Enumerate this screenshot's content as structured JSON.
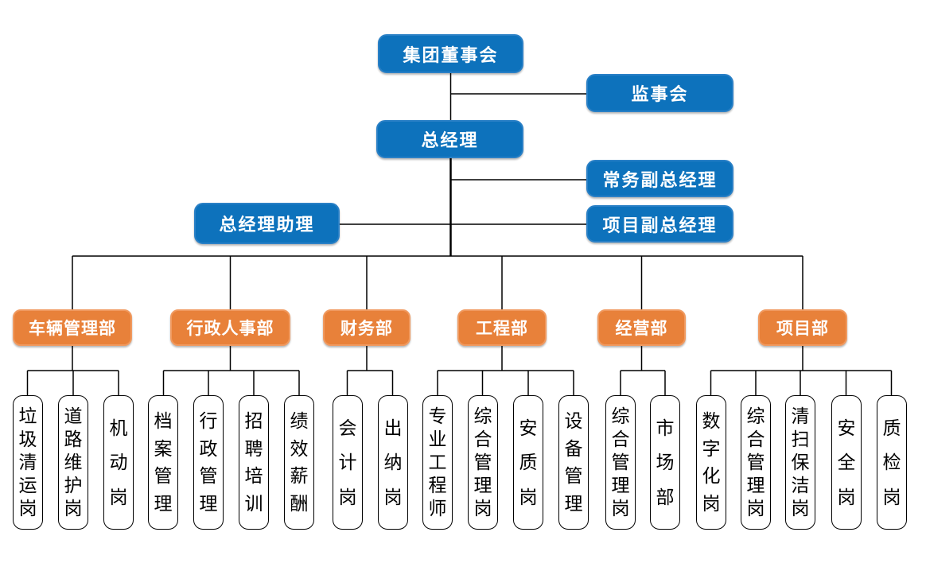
{
  "palette": {
    "executive_fill": "#0d72bc",
    "executive_border": "#2a80c6",
    "department_fill": "#e8813a",
    "department_border": "#f09a60",
    "position_fill": "#ffffff",
    "position_border": "#000000",
    "connector_line": "#000000",
    "text_on_color": "#ffffff",
    "text_on_white": "#000000"
  },
  "executives": {
    "board": {
      "label": "集团董事会"
    },
    "supervisory": {
      "label": "监事会"
    },
    "general_manager": {
      "label": "总经理"
    },
    "executive_deputy_gm": {
      "label": "常务副总经理"
    },
    "gm_assistant": {
      "label": "总经理助理"
    },
    "project_deputy_gm": {
      "label": "项目副总经理"
    }
  },
  "departments": [
    {
      "label": "车辆管理部",
      "positions": [
        "垃圾清运岗",
        "道路维护岗",
        "机动岗"
      ]
    },
    {
      "label": "行政人事部",
      "positions": [
        "档案管理",
        "行政管理",
        "招聘培训",
        "绩效薪酬"
      ]
    },
    {
      "label": "财务部",
      "positions": [
        "会计岗",
        "出纳岗"
      ]
    },
    {
      "label": "工程部",
      "positions": [
        "专业工程师",
        "综合管理岗",
        "安质岗",
        "设备管理"
      ]
    },
    {
      "label": "经营部",
      "positions": [
        "综合管理岗",
        "市场部"
      ]
    },
    {
      "label": "项目部",
      "positions": [
        "数字化岗",
        "综合管理岗",
        "清扫保洁岗",
        "安全岗",
        "质检岗"
      ]
    }
  ]
}
